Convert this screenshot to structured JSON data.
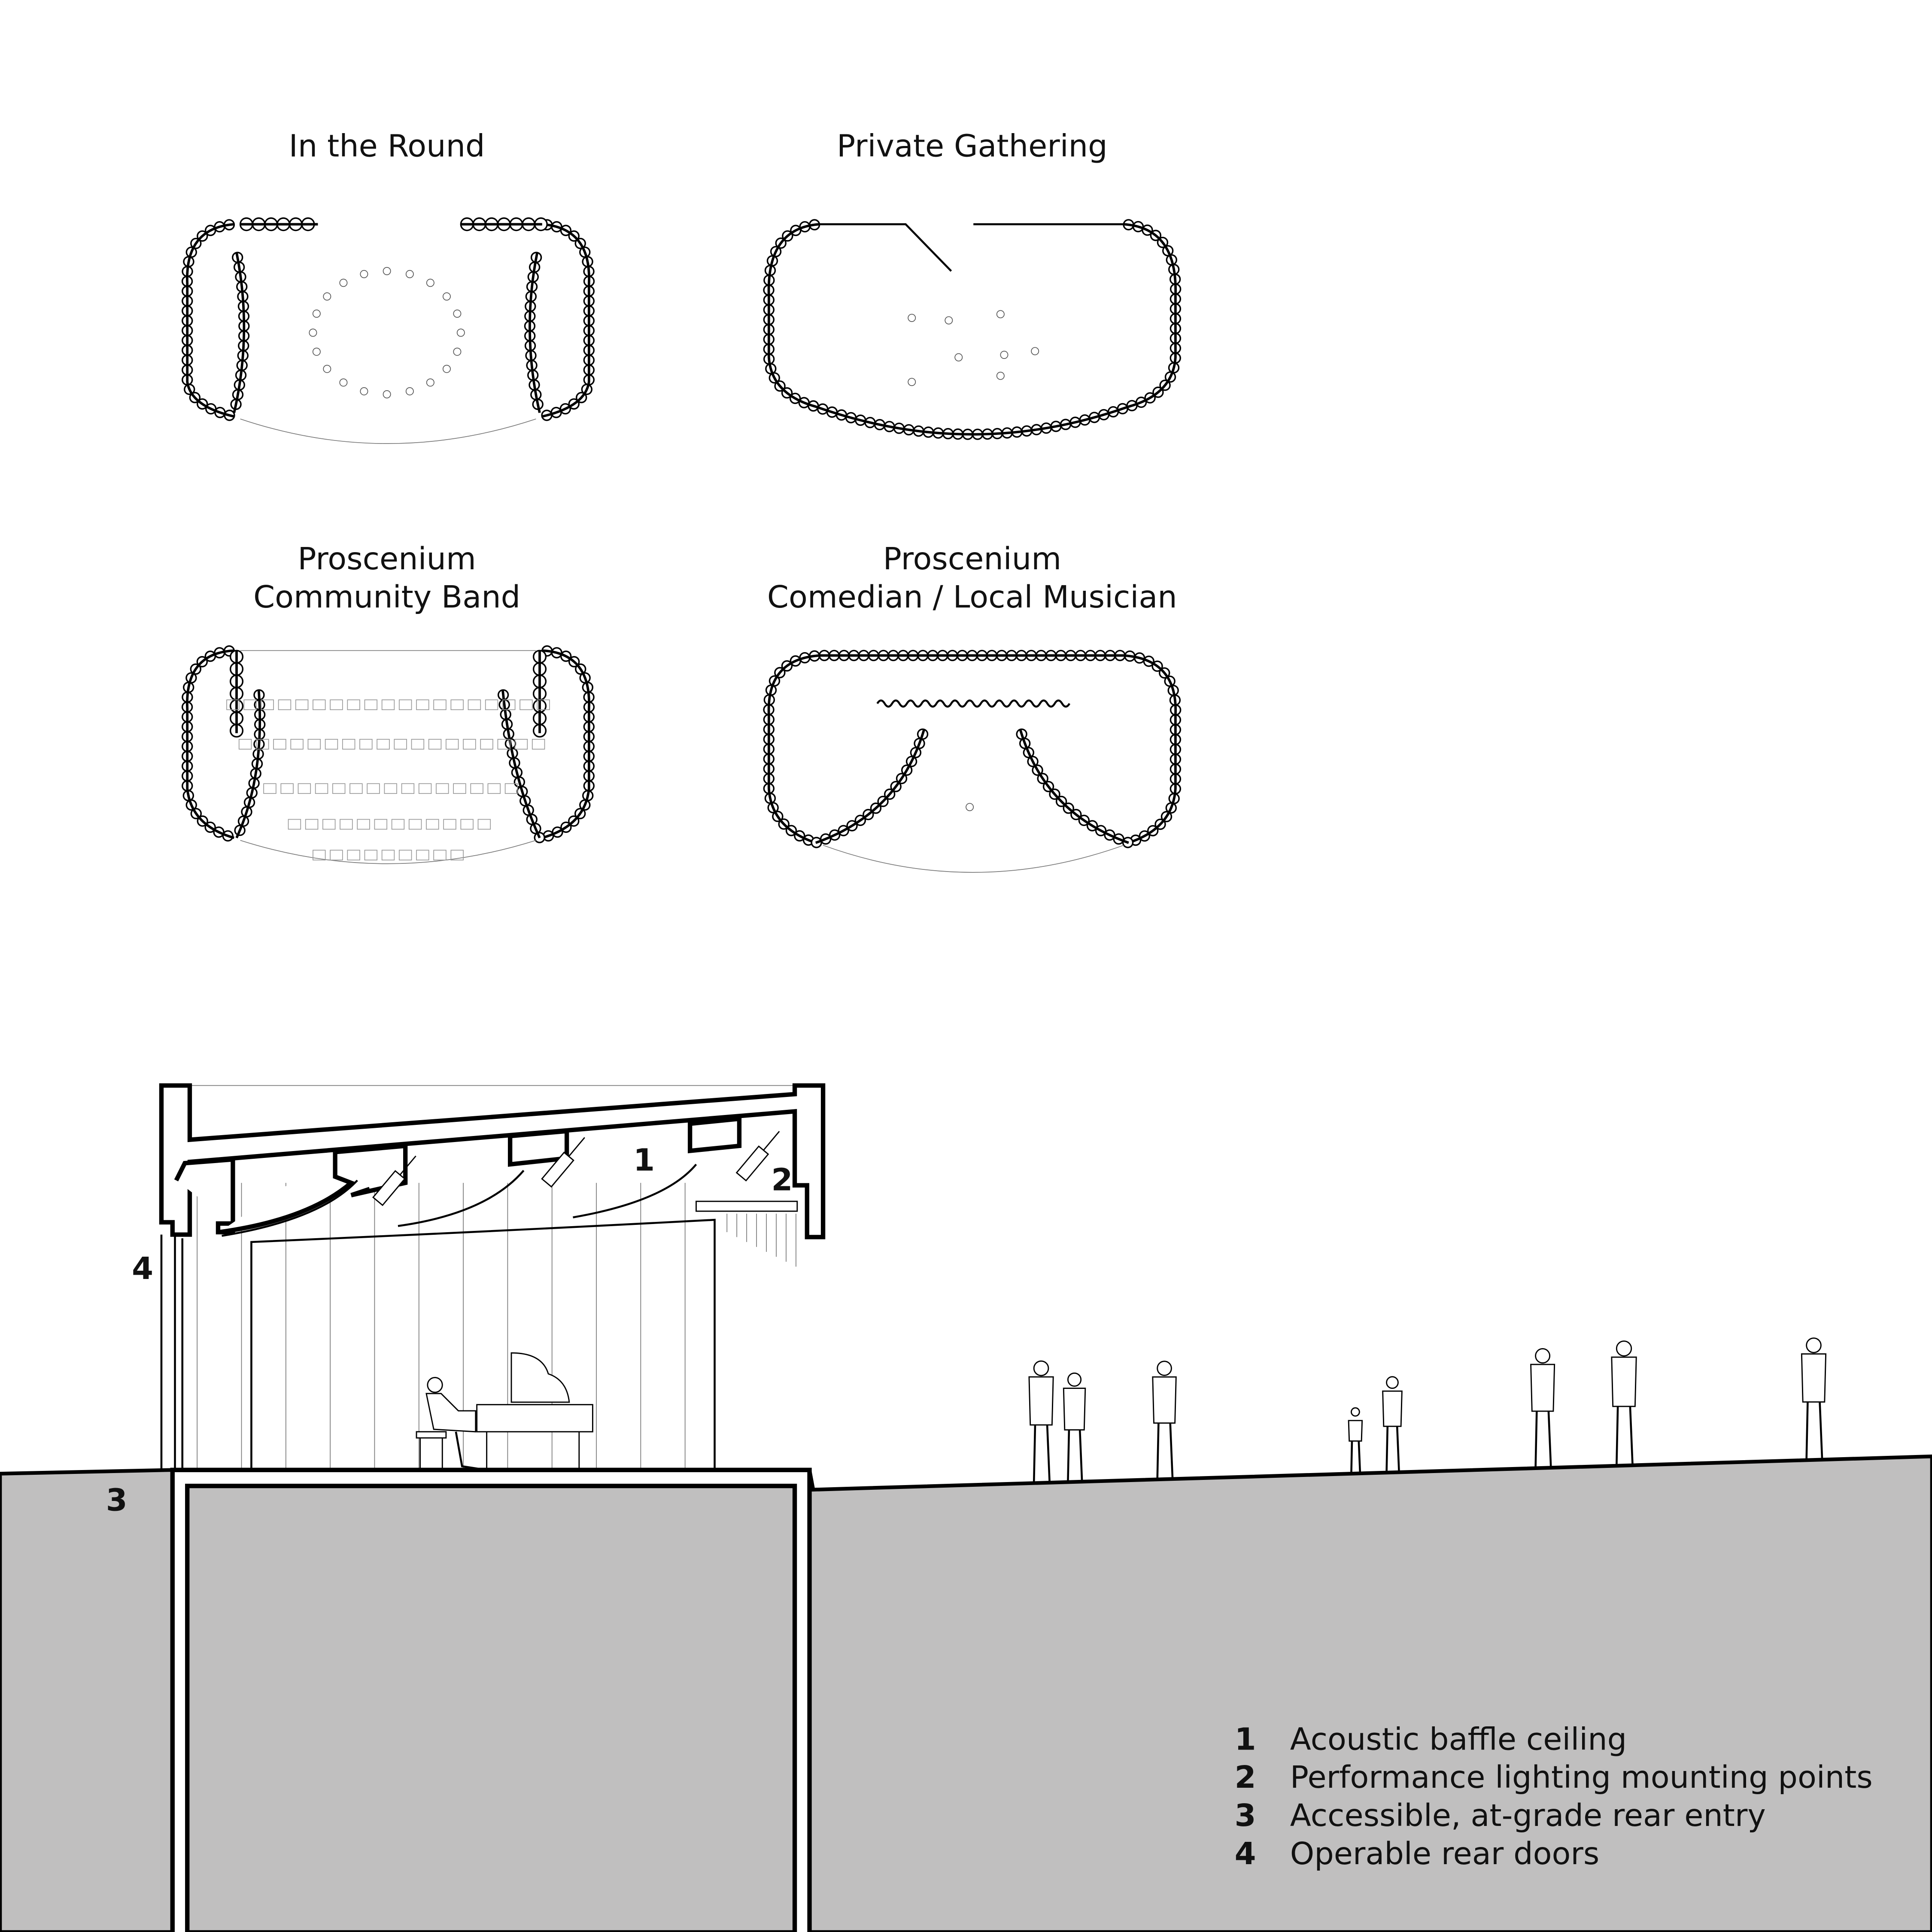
{
  "plans": [
    {
      "title": "In the Round",
      "subtitle": ""
    },
    {
      "title": "Private Gathering",
      "subtitle": ""
    },
    {
      "title": "Proscenium",
      "subtitle": "Community Band"
    },
    {
      "title": "Proscenium",
      "subtitle": "Comedian / Local Musician"
    }
  ],
  "section": {
    "callouts": [
      "1",
      "2",
      "3",
      "4"
    ]
  },
  "legend": {
    "items": [
      {
        "num": "1",
        "label": "Acoustic baffle ceiling"
      },
      {
        "num": "2",
        "label": "Performance lighting mounting points"
      },
      {
        "num": "3",
        "label": "Accessible, at-grade rear entry"
      },
      {
        "num": "4",
        "label": "Operable rear doors"
      }
    ]
  },
  "colors": {
    "ground": "#c0bfbf",
    "line": "#000000",
    "background": "#ffffff"
  }
}
